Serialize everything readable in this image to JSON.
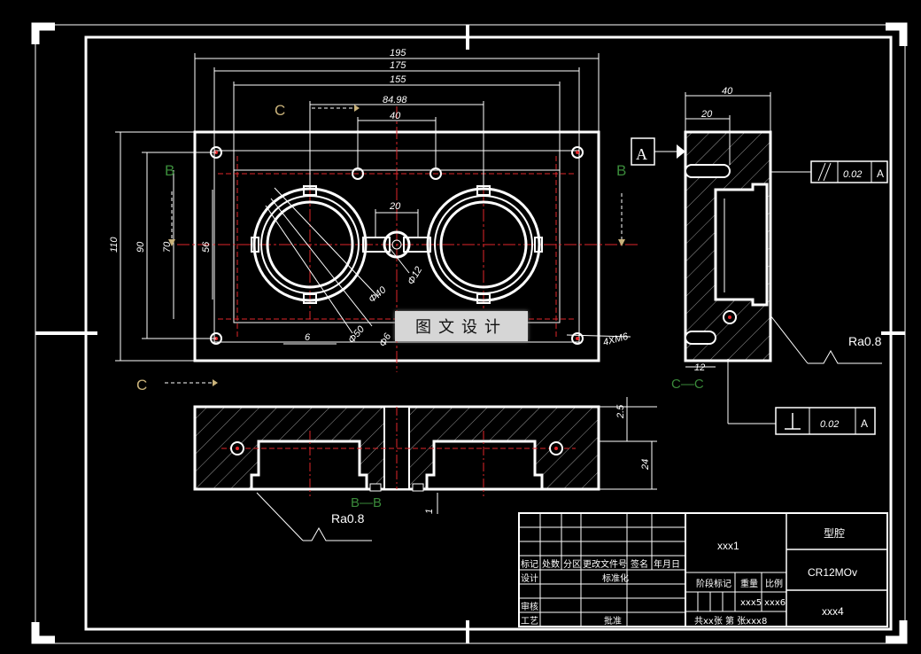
{
  "dims": {
    "d195": "195",
    "d175": "175",
    "d155": "155",
    "d8498": "84.98",
    "d40top": "40",
    "d110": "110",
    "d90": "90",
    "d70": "70",
    "d56": "56",
    "d20mid": "20",
    "d6": "6",
    "phi40": "Φ40",
    "phi50": "Φ50",
    "phi12": "Φ12",
    "phi60": "Φ6",
    "holes": "4XM6",
    "side40": "40",
    "side20": "20",
    "side12": "12",
    "d25": "2.5",
    "d24": "24",
    "d1": "1"
  },
  "labels": {
    "C": "C",
    "B": "B",
    "datum": "A",
    "cc": "C—C",
    "bb": "B—B",
    "ra1": "Ra0.8",
    "ra2": "Ra0.8"
  },
  "tolerances": {
    "parallel_val": "0.02",
    "parallel_ref": "A",
    "perp_val": "0.02",
    "perp_ref": "A"
  },
  "watermark": "图文设计",
  "title_block": {
    "name1": "xxx1",
    "part_name": "型腔",
    "material": "CR12MOv",
    "drawing_no": "xxx4",
    "h_mark": "标记",
    "h_count": "处数",
    "h_zone": "分区",
    "h_doc": "更改文件号",
    "h_sign": "签名",
    "h_date": "年月日",
    "r_design": "设计",
    "r_std": "标准化",
    "r_review": "审核",
    "r_process": "工艺",
    "r_approve": "批准",
    "stage": "阶段标记",
    "weight": "重量",
    "scale": "比例",
    "w_val": "xxx5",
    "s_val": "xxx6",
    "sheets": "共xx张 第 张xxx8"
  }
}
